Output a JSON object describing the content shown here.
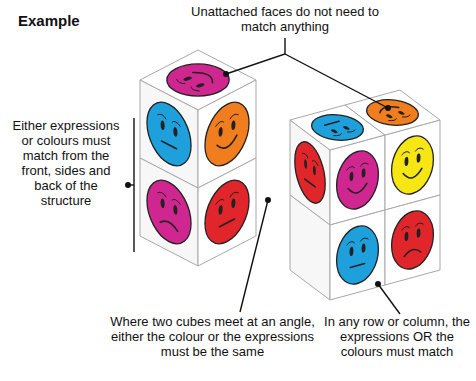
{
  "diagram": {
    "title": "Example",
    "labels": [
      "Unattached faces do not need to match anything",
      "Either expressions or colours must match from the front, sides and back of the structure",
      "Where two cubes meet at an angle, either the colour or the expressions must be the same",
      "In any row or column, the expressions OR the colours must match"
    ]
  }
}
